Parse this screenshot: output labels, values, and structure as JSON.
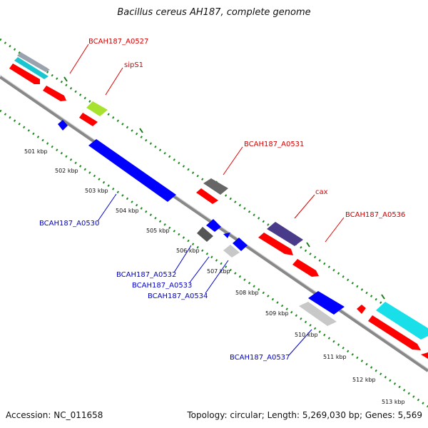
{
  "title": "Bacillus cereus AH187, complete genome",
  "footer": {
    "accession": "Accession: NC_011658",
    "summary": "Topology: circular; Length: 5,269,030 bp; Genes: 5,569"
  },
  "colors": {
    "backbone": "#8a8a8a",
    "green_dotted": "#1d8a1d",
    "red_label": "#d60000",
    "blue_label": "#0000cc"
  },
  "kbp_ticks": [
    "501 kbp",
    "502 kbp",
    "503 kbp",
    "504 kbp",
    "505 kbp",
    "506 kbp",
    "507 kbp",
    "508 kbp",
    "509 kbp",
    "510 kbp",
    "511 kbp",
    "512 kbp",
    "513 kbp"
  ],
  "red_labels": [
    "BCAH187_A0527",
    "sipS1",
    "BCAH187_A0531",
    "cax",
    "BCAH187_A0536"
  ],
  "blue_labels": [
    "BCAH187_A0530",
    "BCAH187_A0532",
    "BCAH187_A0533",
    "BCAH187_A0534",
    "BCAH187_A0537"
  ]
}
